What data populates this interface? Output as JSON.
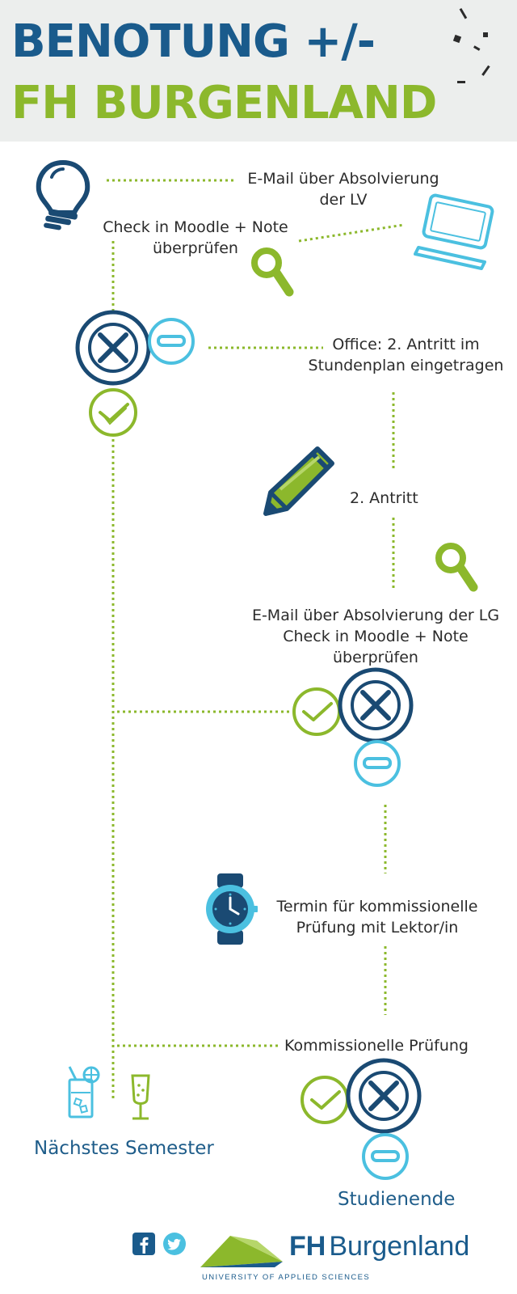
{
  "header": {
    "title_line1": "BENOTUNG +/-",
    "title_line2": "FH BURGENLAND"
  },
  "steps": {
    "email_lv": [
      "E-Mail über Absolvierung",
      "der LV"
    ],
    "check_moodle_1": [
      "Check in Moodle + Note",
      "überprüfen"
    ],
    "office": [
      "Office: 2. Antritt im",
      "Stundenplan eingetragen"
    ],
    "second_attempt": "2. Antritt",
    "email_lg": [
      "E-Mail über Absolvierung der LG",
      "Check in Moodle + Note",
      "überprüfen"
    ],
    "termin": [
      "Termin für kommissionelle",
      "Prüfung mit Lektor/in"
    ],
    "komm_pruefung": "Kommissionelle Prüfung"
  },
  "outcomes": {
    "next_semester": "Nächstes Semester",
    "study_end": "Studienende"
  },
  "footer": {
    "brand_fh": "FH",
    "brand_name": "Burgenland",
    "tagline": "UNIVERSITY OF APPLIED SCIENCES",
    "social": [
      "facebook-icon",
      "twitter-icon"
    ]
  },
  "colors": {
    "navy": "#1a4a73",
    "green": "#8cb82c",
    "light_blue": "#4bc0e0",
    "title_blue": "#1a5b8c"
  }
}
